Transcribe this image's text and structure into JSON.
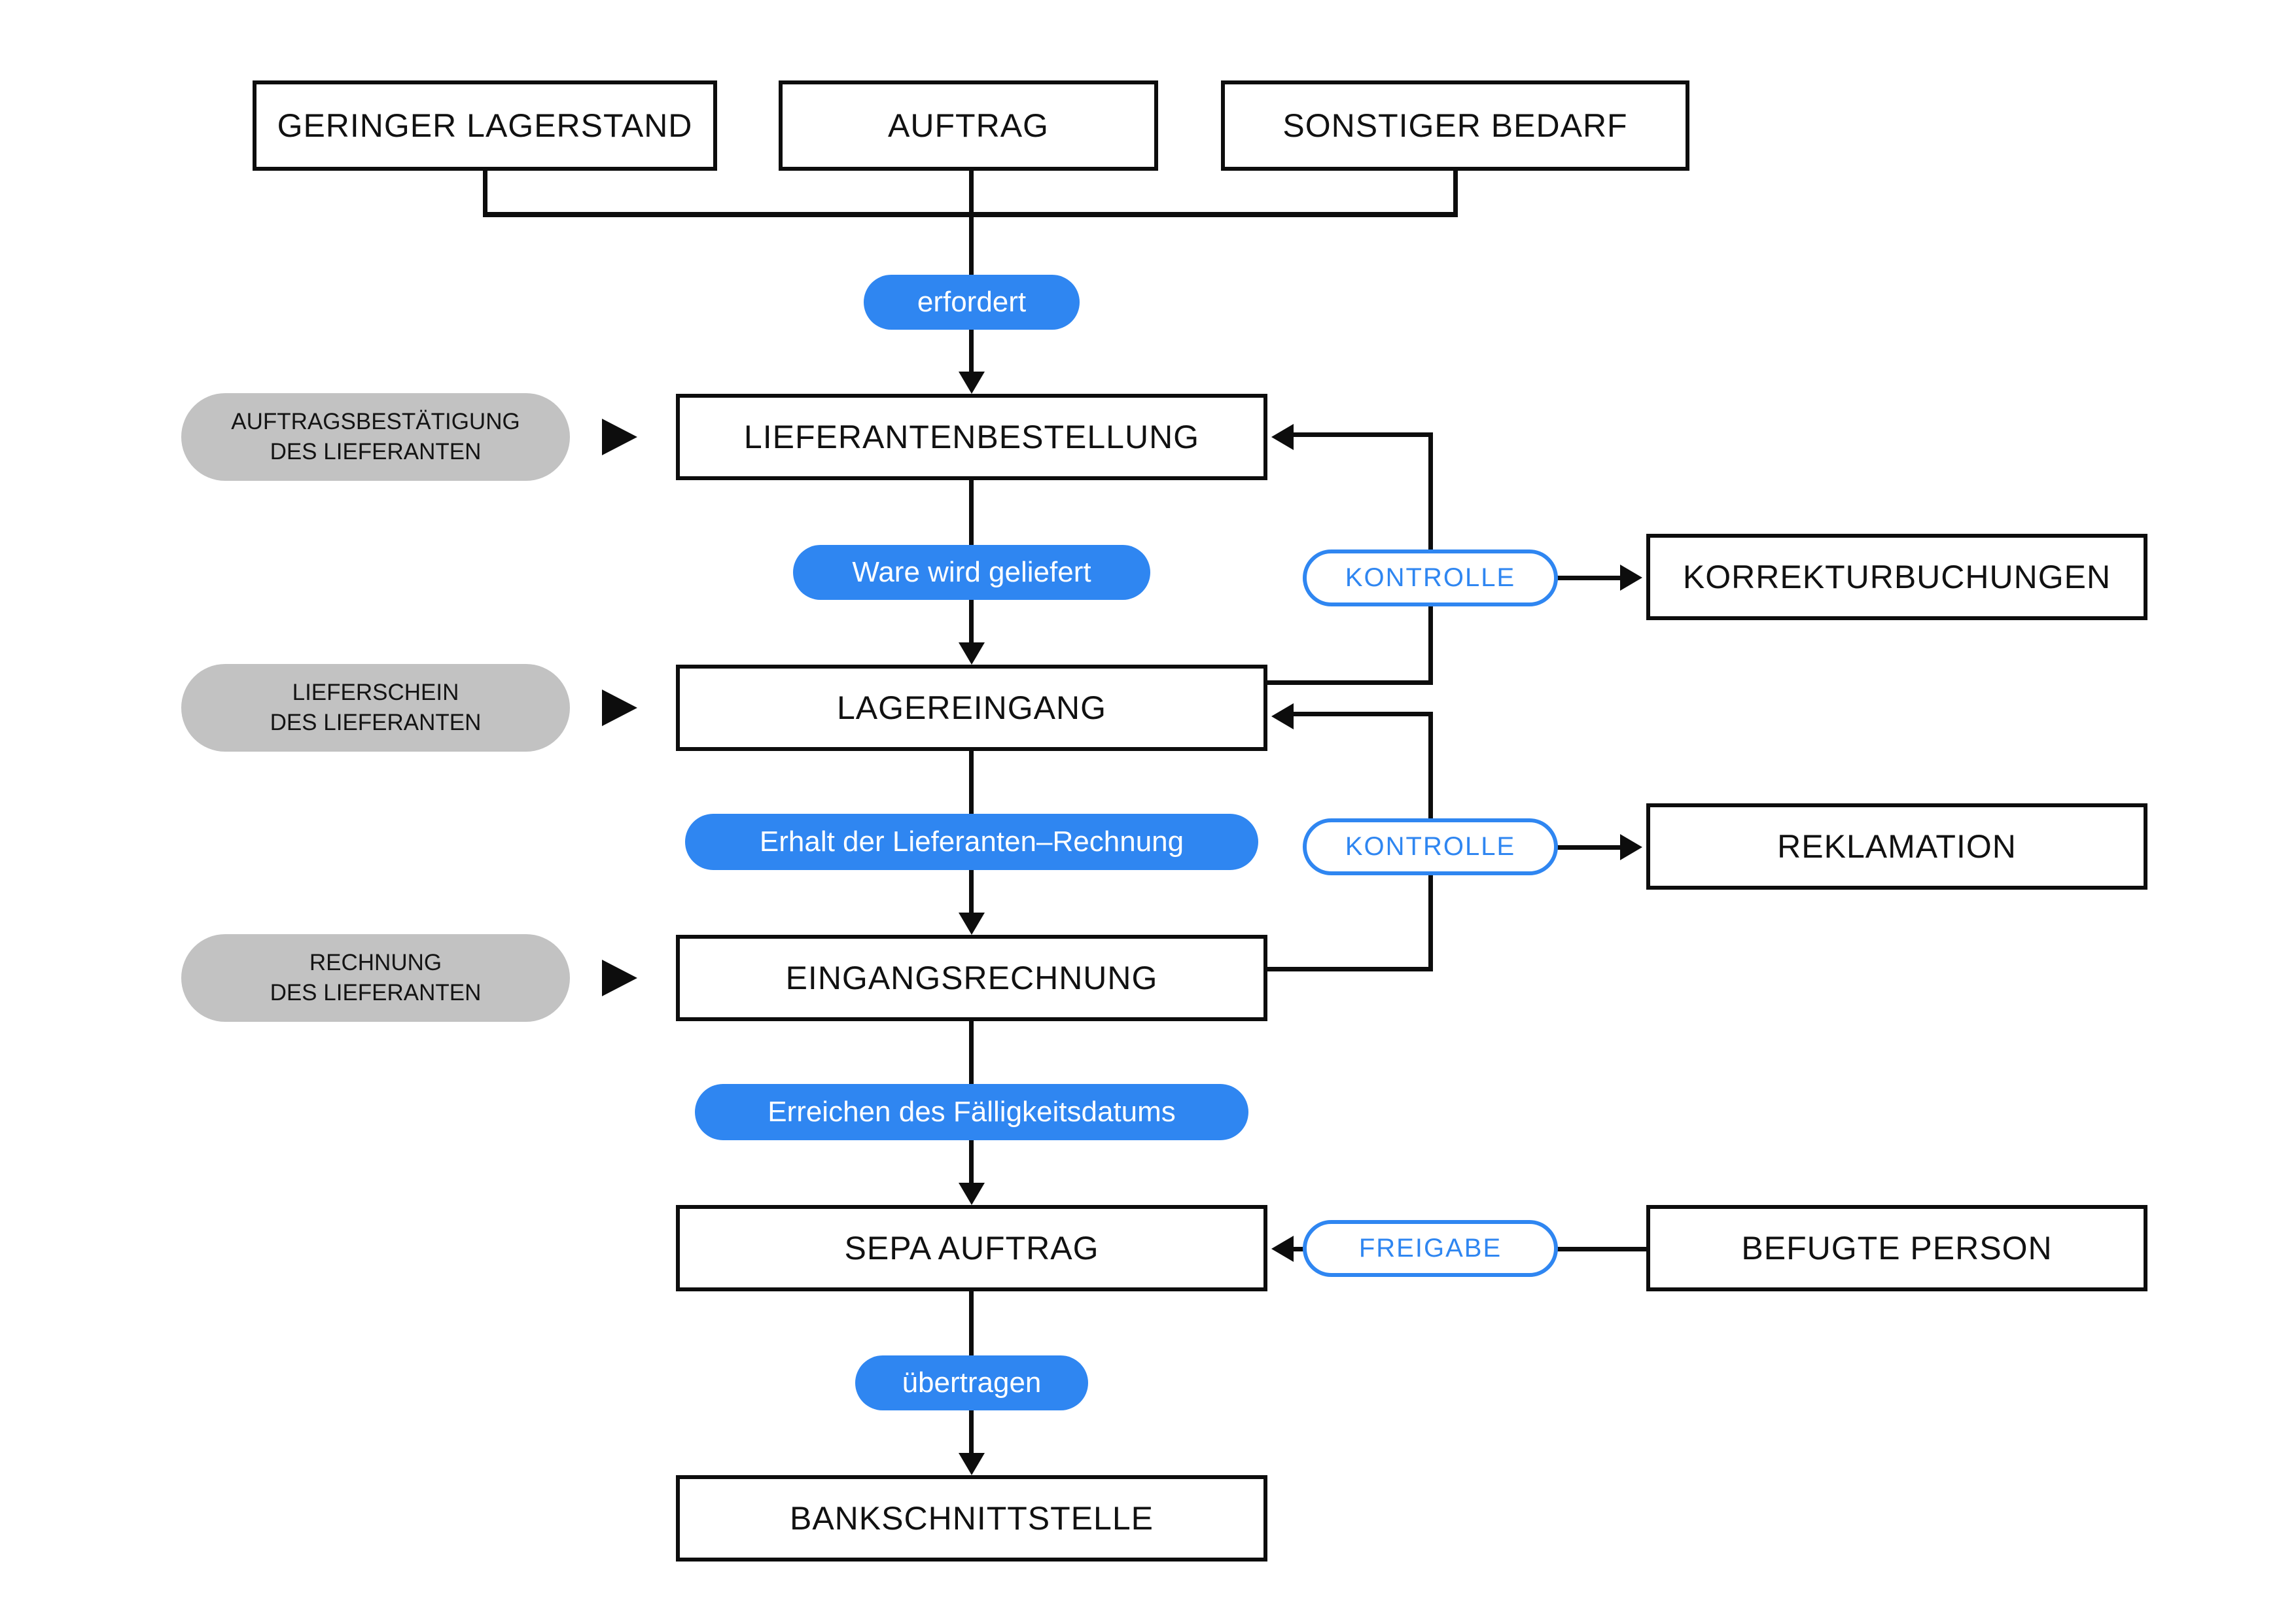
{
  "colors": {
    "accent_blue": "#2F86F1",
    "document_gray": "#C2C2C2",
    "line_black": "#0D0D0D",
    "background": "#FFFFFF"
  },
  "triggers": {
    "geringer_lagerstand": "GERINGER LAGERSTAND",
    "auftrag": "AUFTRAG",
    "sonstiger_bedarf": "SONSTIGER BEDARF"
  },
  "flow_labels": {
    "erfordert": "erfordert",
    "ware_wird_geliefert": "Ware wird geliefert",
    "erhalt_der_lieferanten_rechnung": "Erhalt der Lieferanten–Rechnung",
    "erreichen_des_faelligkeitsdatums": "Erreichen des Fälligkeitsdatums",
    "uebertragen": "übertragen"
  },
  "documents": {
    "auftragsbestaetigung": {
      "line1": "AUFTRAGSBESTÄTIGUNG",
      "line2": "DES LIEFERANTEN"
    },
    "lieferschein": {
      "line1": "LIEFERSCHEIN",
      "line2": "DES LIEFERANTEN"
    },
    "rechnung": {
      "line1": "RECHNUNG",
      "line2": "DES LIEFERANTEN"
    }
  },
  "process": {
    "lieferantenbestellung": "LIEFERANTENBESTELLUNG",
    "lagereingang": "LAGEREINGANG",
    "eingangsrechnung": "EINGANGSRECHNUNG",
    "sepa_auftrag": "SEPA AUFTRAG",
    "bankschnittstelle": "BANKSCHNITTSTELLE"
  },
  "controls": {
    "kontrolle_1": "KONTROLLE",
    "kontrolle_2": "KONTROLLE",
    "freigabe": "FREIGABE"
  },
  "outcomes": {
    "korrekturbuchungen": "KORREKTURBUCHUNGEN",
    "reklamation": "REKLAMATION",
    "befugte_person": "BEFUGTE PERSON"
  }
}
